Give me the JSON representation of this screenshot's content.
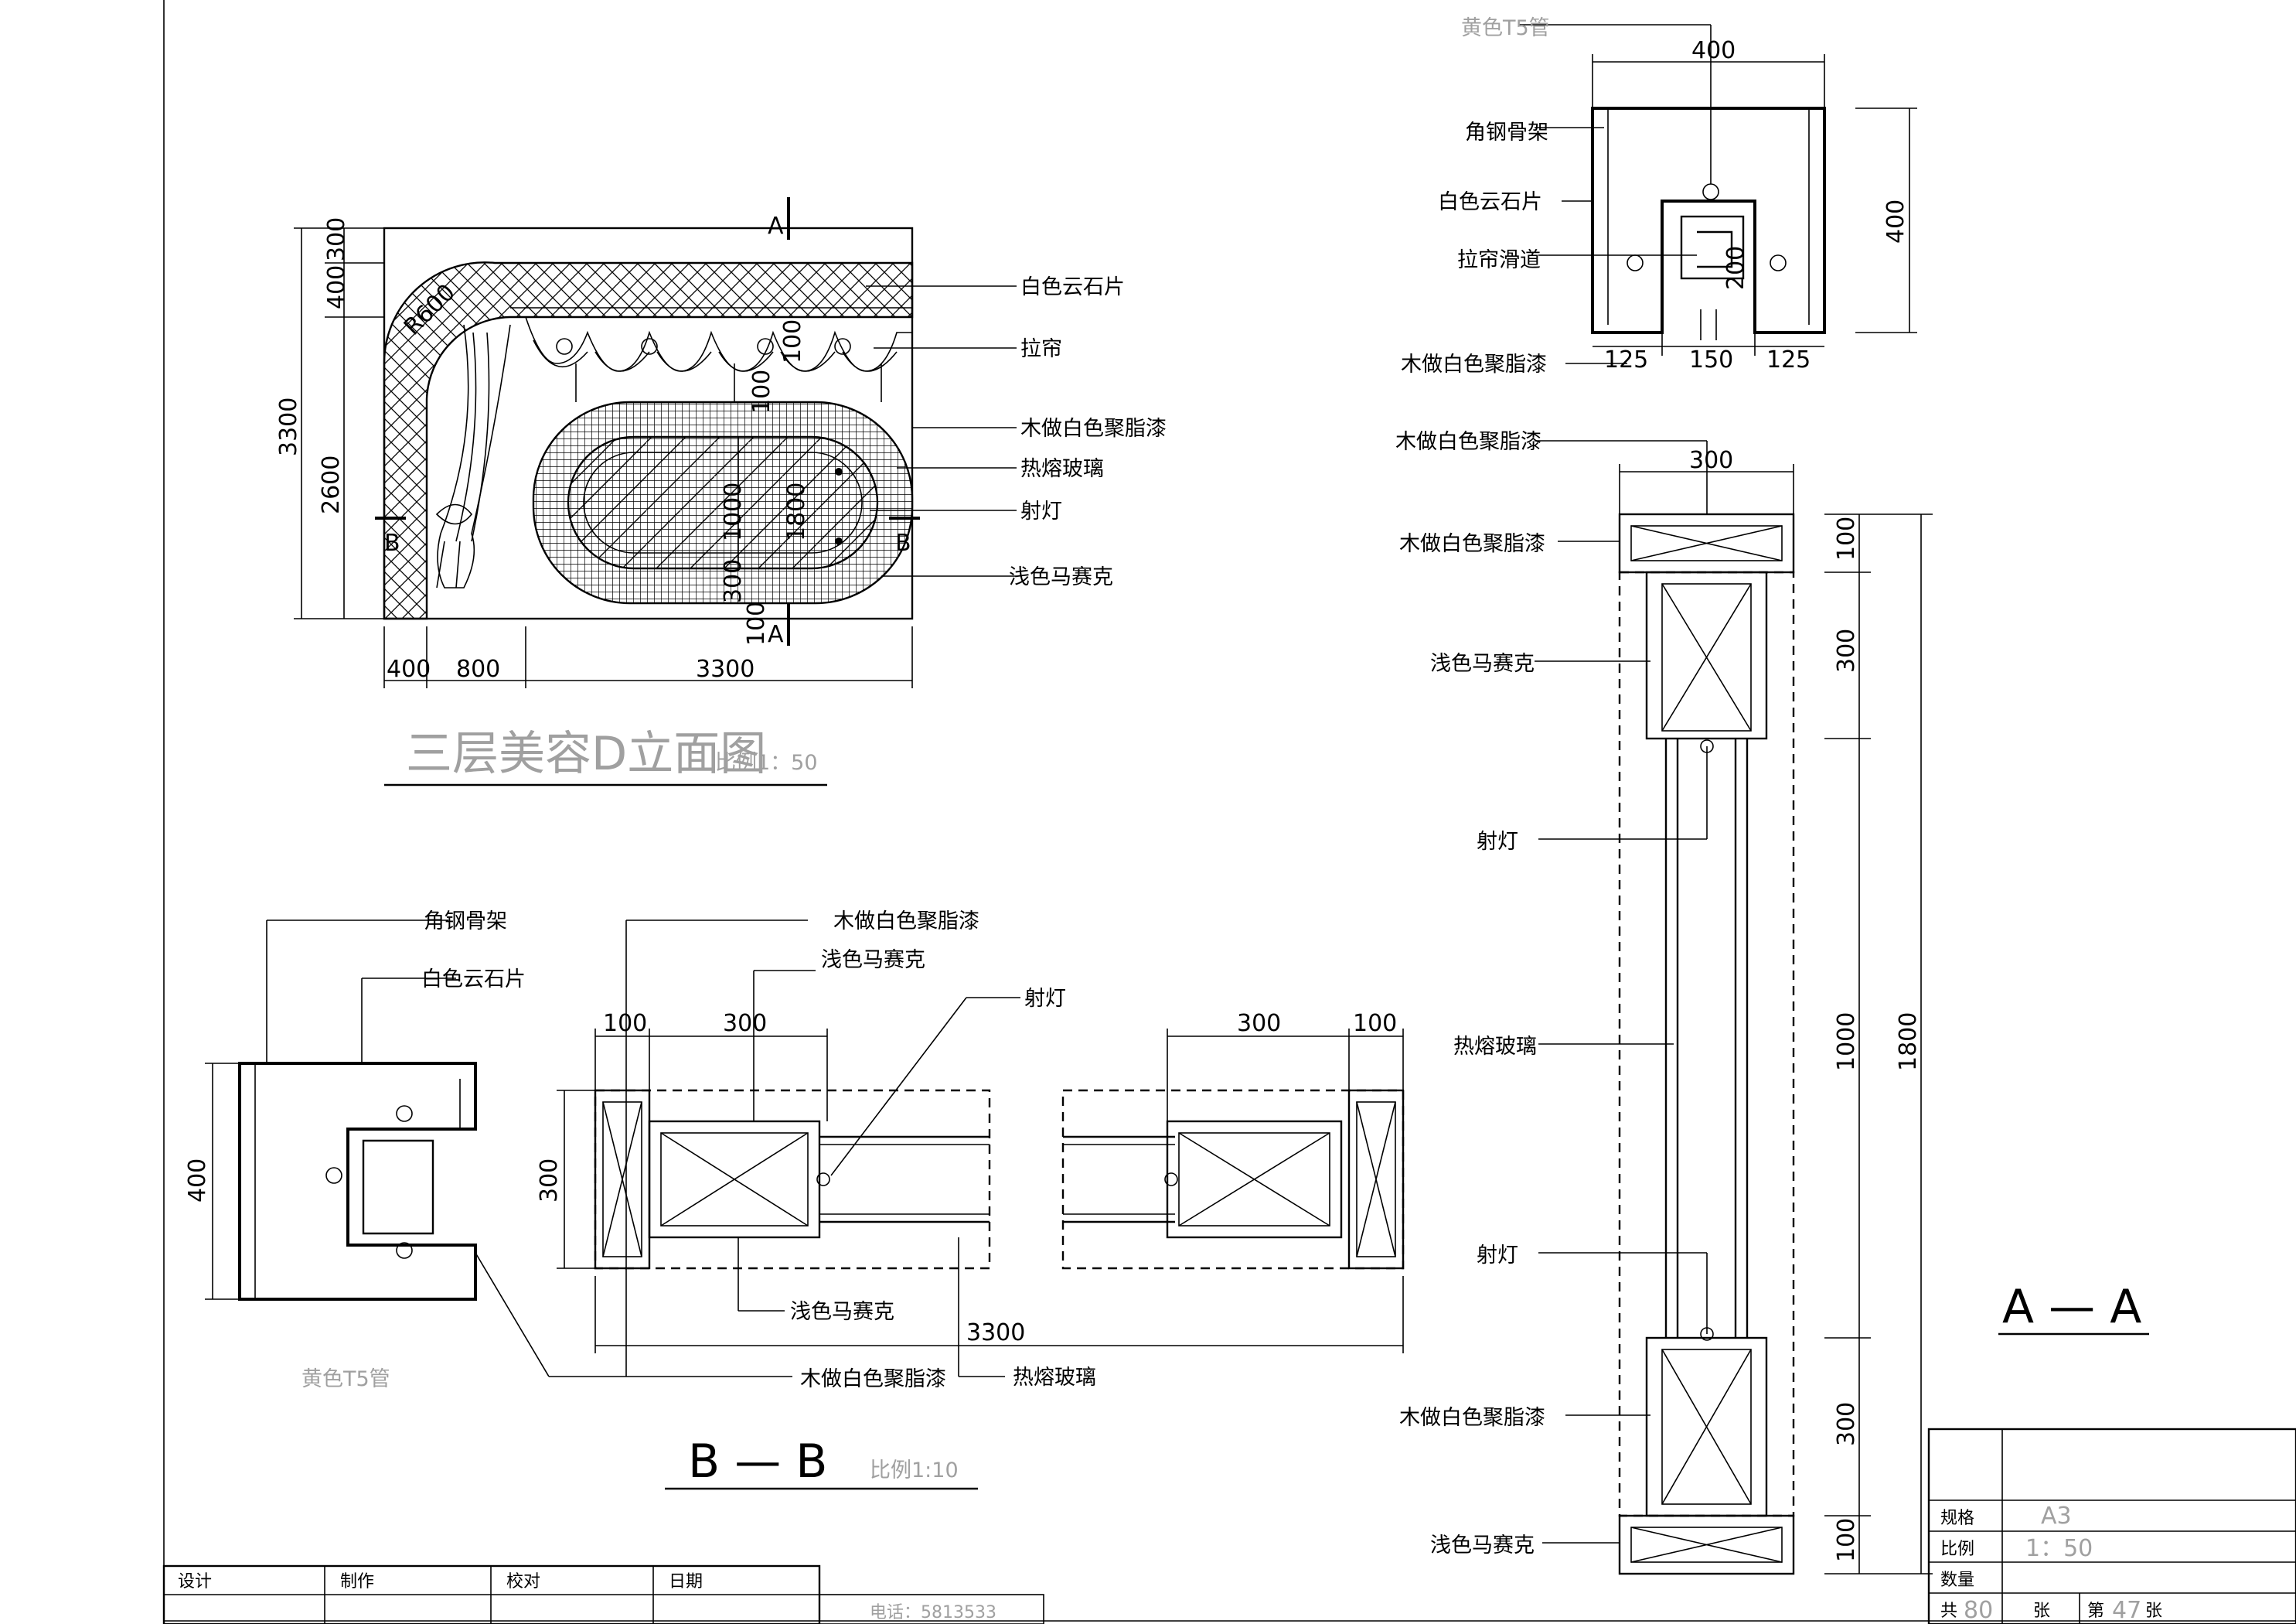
{
  "elevation": {
    "title": "三层美容D立面图",
    "scale": "比例1：50",
    "dims": {
      "h400": "400",
      "h300": "300",
      "h2600": "2600",
      "h3300": "3300",
      "w400": "400",
      "w800": "800",
      "w3300": "3300",
      "inner100a": "100",
      "inner100b": "100",
      "inner1000": "1000",
      "inner1800": "1800",
      "inner300": "300",
      "inner100c": "100",
      "radius": "R600"
    },
    "section_marks": {
      "a": "A",
      "b": "B"
    },
    "labels": [
      "白色云石片",
      "拉帘",
      "木做白色聚脂漆",
      "热熔玻璃",
      "射灯",
      "浅色马赛克"
    ]
  },
  "section_top": {
    "labels": [
      "黄色T5管",
      "角钢骨架",
      "白色云石片",
      "拉帘滑道",
      "木做白色聚脂漆"
    ],
    "dims": {
      "w400": "400",
      "h400": "400",
      "h200": "200",
      "w125a": "125",
      "w150": "150",
      "w125b": "125"
    }
  },
  "section_a": {
    "title": "A — A",
    "labels": [
      "木做白色聚脂漆",
      "木做白色聚脂漆",
      "浅色马赛克",
      "射灯",
      "热熔玻璃",
      "射灯",
      "木做白色聚脂漆",
      "浅色马赛克"
    ],
    "dims": {
      "w300": "300",
      "h100a": "100",
      "h300a": "300",
      "h1000": "1000",
      "h300b": "300",
      "h100b": "100",
      "h1800": "1800"
    }
  },
  "section_b": {
    "title": "B — B",
    "scale": "比例1:10",
    "labels": {
      "frame": "角钢骨架",
      "stone": "白色云石片",
      "t5": "黄色T5管",
      "wood_top": "木做白色聚脂漆",
      "mosaic_top": "浅色马赛克",
      "light": "射灯",
      "mosaic_bottom": "浅色马赛克",
      "wood_bottom": "木做白色聚脂漆",
      "glass": "热熔玻璃"
    },
    "dims": {
      "h400": "400",
      "h300": "300",
      "w100a": "100",
      "w300a": "300",
      "w300b": "300",
      "w100b": "100",
      "w3300": "3300"
    }
  },
  "title_block": {
    "bottom_row": [
      "设计",
      "制作",
      "校对",
      "日期"
    ],
    "phone": "电话：5813533",
    "rows": [
      {
        "label": "规格",
        "value": "A3"
      },
      {
        "label": "比例",
        "value": "1：50"
      },
      {
        "label": "数量",
        "value": ""
      }
    ],
    "sheet": {
      "total_prefix": "共",
      "total": "80",
      "total_suffix": "张",
      "no_prefix": "第",
      "no": "47",
      "no_suffix": "张"
    }
  }
}
